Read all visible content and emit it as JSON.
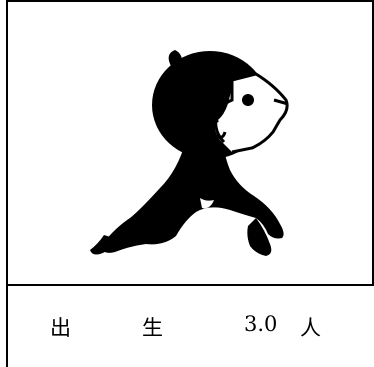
{
  "caption": {
    "label_1": "出",
    "label_2": "生",
    "value": "3.0",
    "unit": "人"
  },
  "icon": "crawling-baby-icon"
}
